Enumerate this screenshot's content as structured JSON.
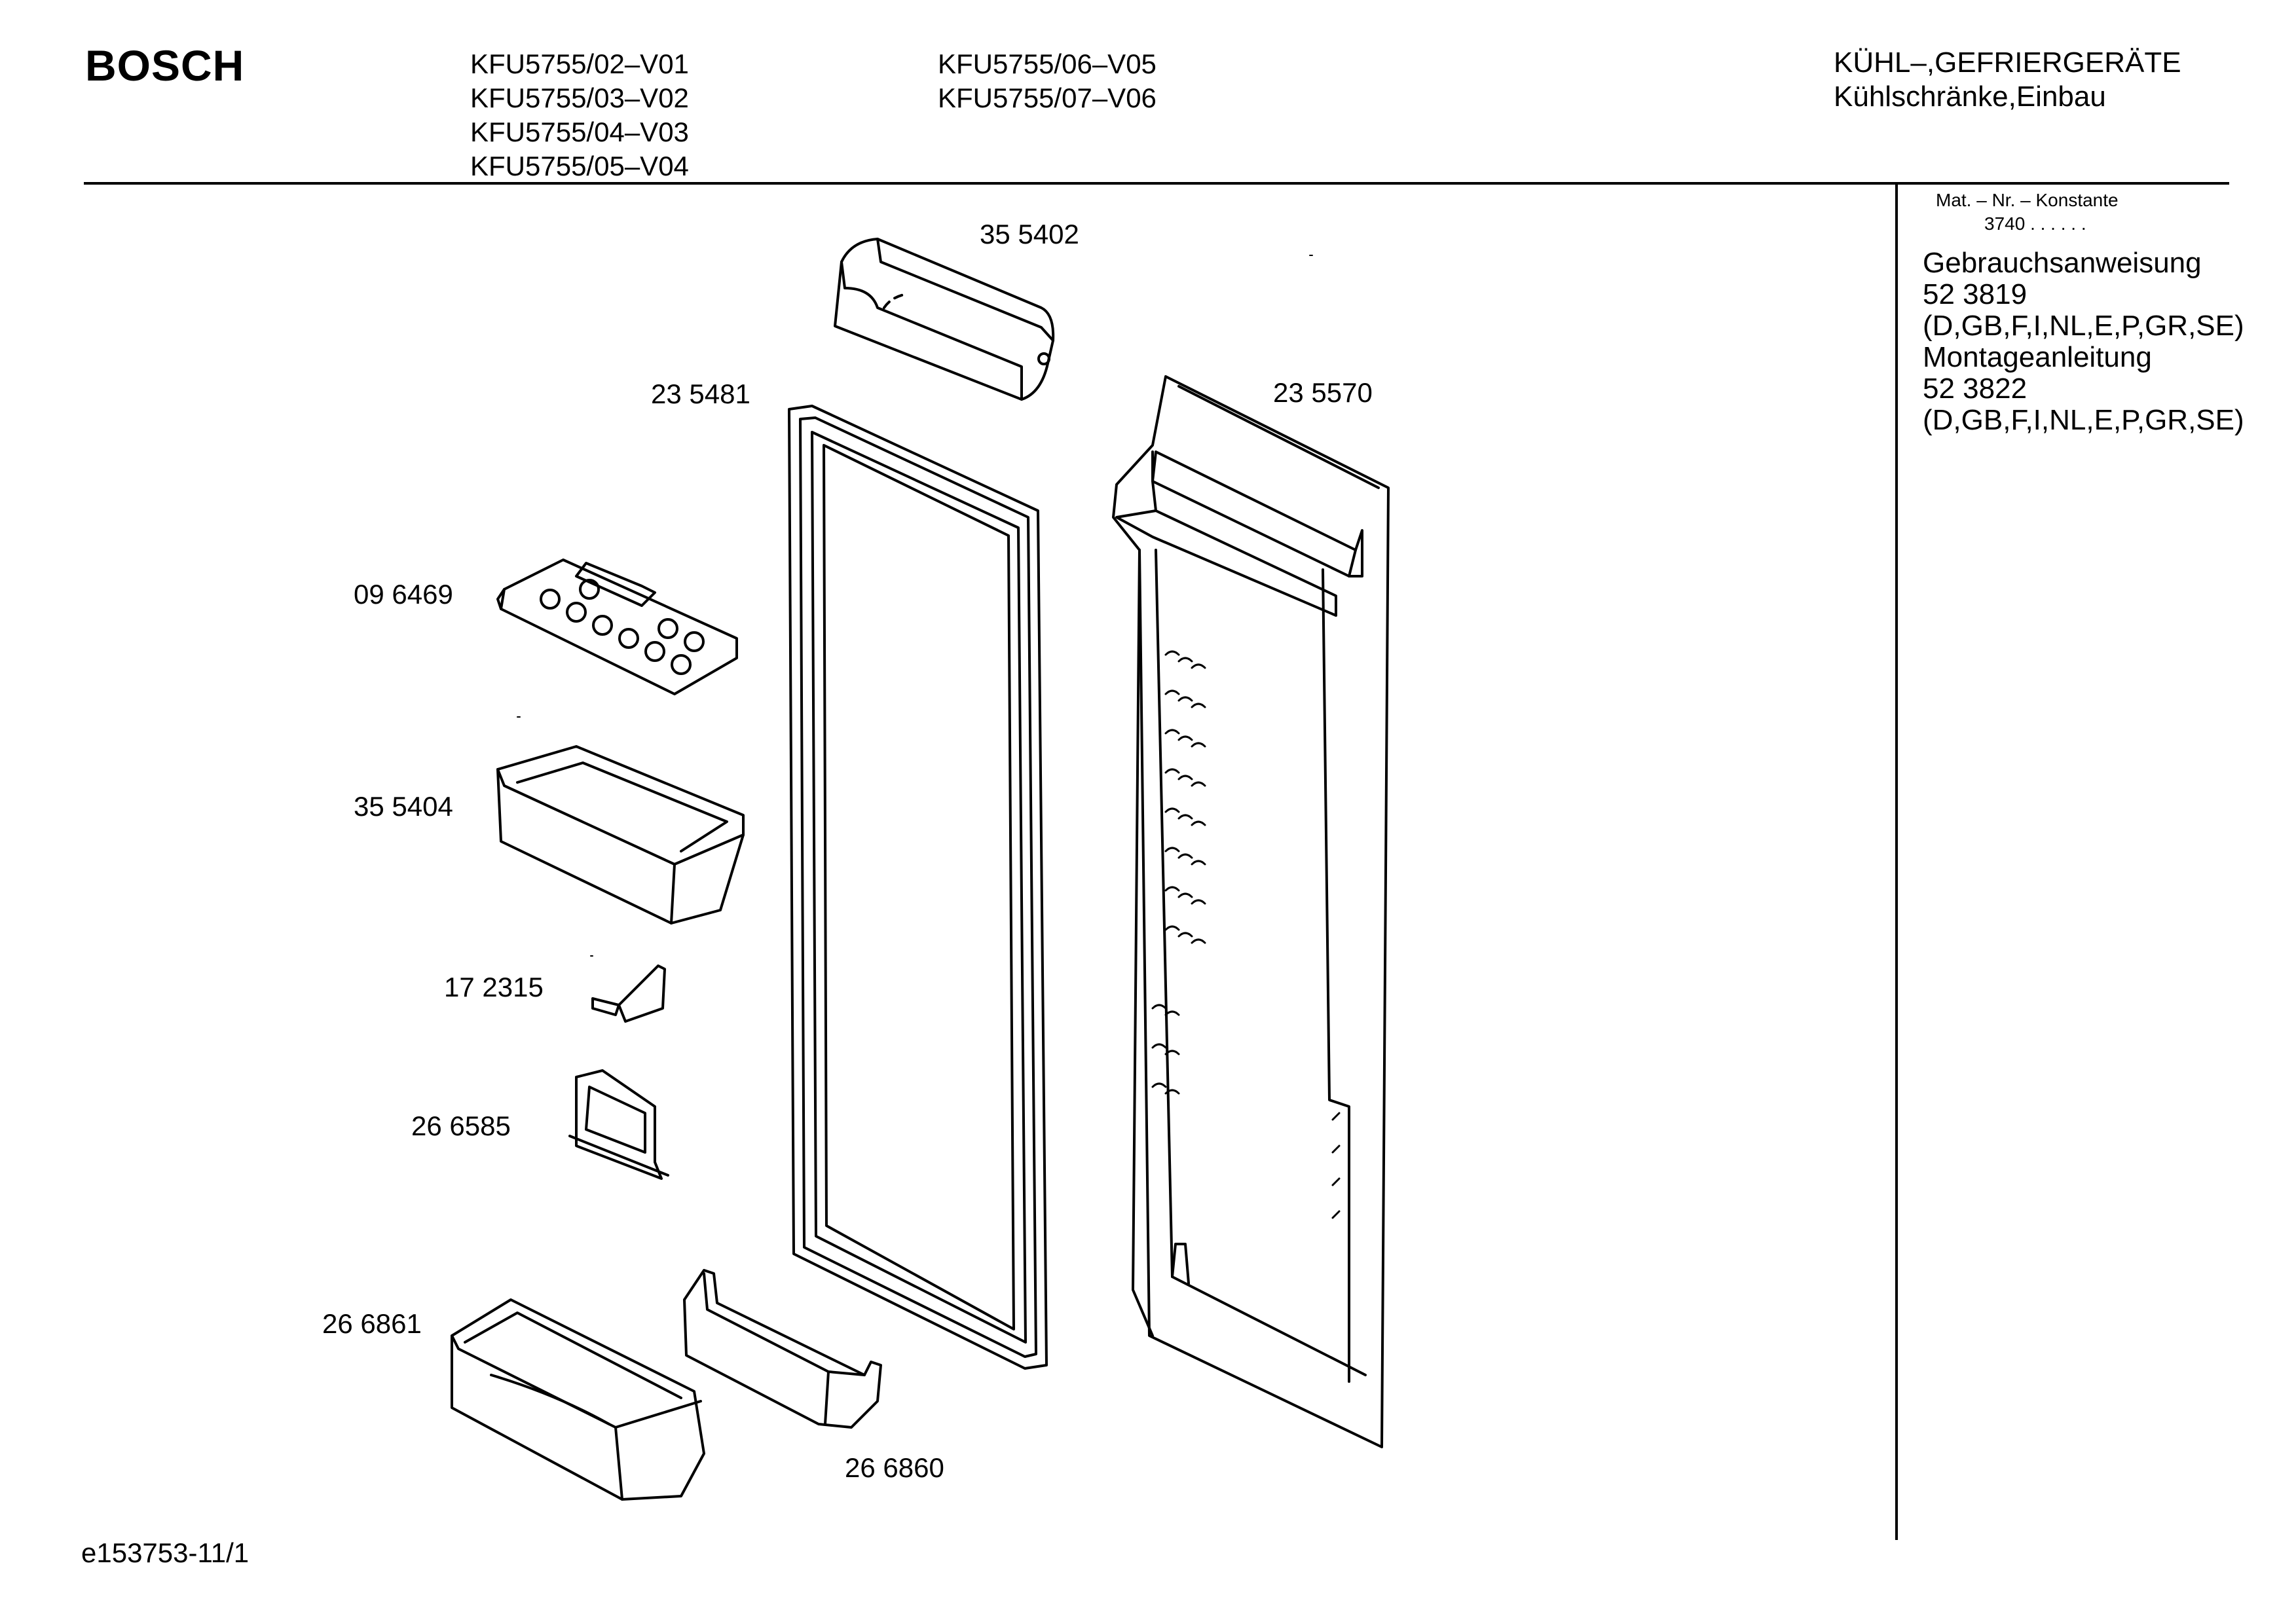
{
  "header": {
    "brand": "BOSCH",
    "models_col1": [
      "KFU5755/02–V01",
      "KFU5755/03–V02",
      "KFU5755/04–V03",
      "KFU5755/05–V04"
    ],
    "models_col2": [
      "KFU5755/06–V05",
      "KFU5755/07–V06"
    ],
    "category": "KÜHL–,GEFRIERGERÄTE",
    "subcategory": "Kühlschränke,Einbau"
  },
  "sidebar": {
    "mat_label": "Mat. – Nr. – Konstante",
    "mat_value": "3740 .  .  .  .  .  .",
    "doc1_title": "Gebrauchsanweisung",
    "doc1_number": "52 3819",
    "doc1_langs": "(D,GB,F,I,NL,E,P,GR,SE)",
    "doc2_title": "Montageanleitung",
    "doc2_number": "52 3822",
    "doc2_langs": "(D,GB,F,I,NL,E,P,GR,SE)"
  },
  "parts": {
    "p355402": "35 5402",
    "p235481": "23 5481",
    "p235570": "23 5570",
    "p096469": "09 6469",
    "p355404": "35 5404",
    "p172315": "17 2315",
    "p266585": "26 6585",
    "p266861": "26 6861",
    "p266860": "26 6860"
  },
  "footer": {
    "ref": "e153753-11/1"
  }
}
